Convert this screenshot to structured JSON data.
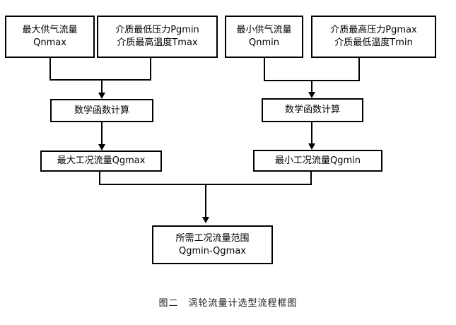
{
  "figure": {
    "caption": "图二　涡轮流量计选型流程框图",
    "type": "flowchart",
    "colors": {
      "line": "#000000",
      "box_fill": "#ffffff",
      "text": "#000000",
      "background": "#ffffff"
    }
  },
  "nodes": {
    "qnmax": {
      "line1": "最大供气流量",
      "line2": "Qnmax"
    },
    "pgmin_tmax": {
      "line1": "介质最低压力Pgmin",
      "line2": "介质最高温度Tmax"
    },
    "qnmin": {
      "line1": "最小供气流量",
      "line2": "Qnmin"
    },
    "pgmax_tmin": {
      "line1": "介质最高压力Pgmax",
      "line2": "介质最低温度Tmin"
    },
    "calc_left": {
      "line1": "数学函数计算"
    },
    "calc_right": {
      "line1": "数学函数计算"
    },
    "qgmax": {
      "line1": "最大工况流量Qgmax"
    },
    "qgmin": {
      "line1": "最小工况流量Qgmin"
    },
    "range": {
      "line1": "所需工况流量范围",
      "line2": "Qgmin-Qgmax"
    }
  },
  "edges": [
    {
      "from": "qnmax",
      "to": "calc_left"
    },
    {
      "from": "pgmin_tmax",
      "to": "calc_left"
    },
    {
      "from": "qnmin",
      "to": "calc_right"
    },
    {
      "from": "pgmax_tmin",
      "to": "calc_right"
    },
    {
      "from": "calc_left",
      "to": "qgmax"
    },
    {
      "from": "calc_right",
      "to": "qgmin"
    },
    {
      "from": "qgmax",
      "to": "range"
    },
    {
      "from": "qgmin",
      "to": "range"
    }
  ]
}
